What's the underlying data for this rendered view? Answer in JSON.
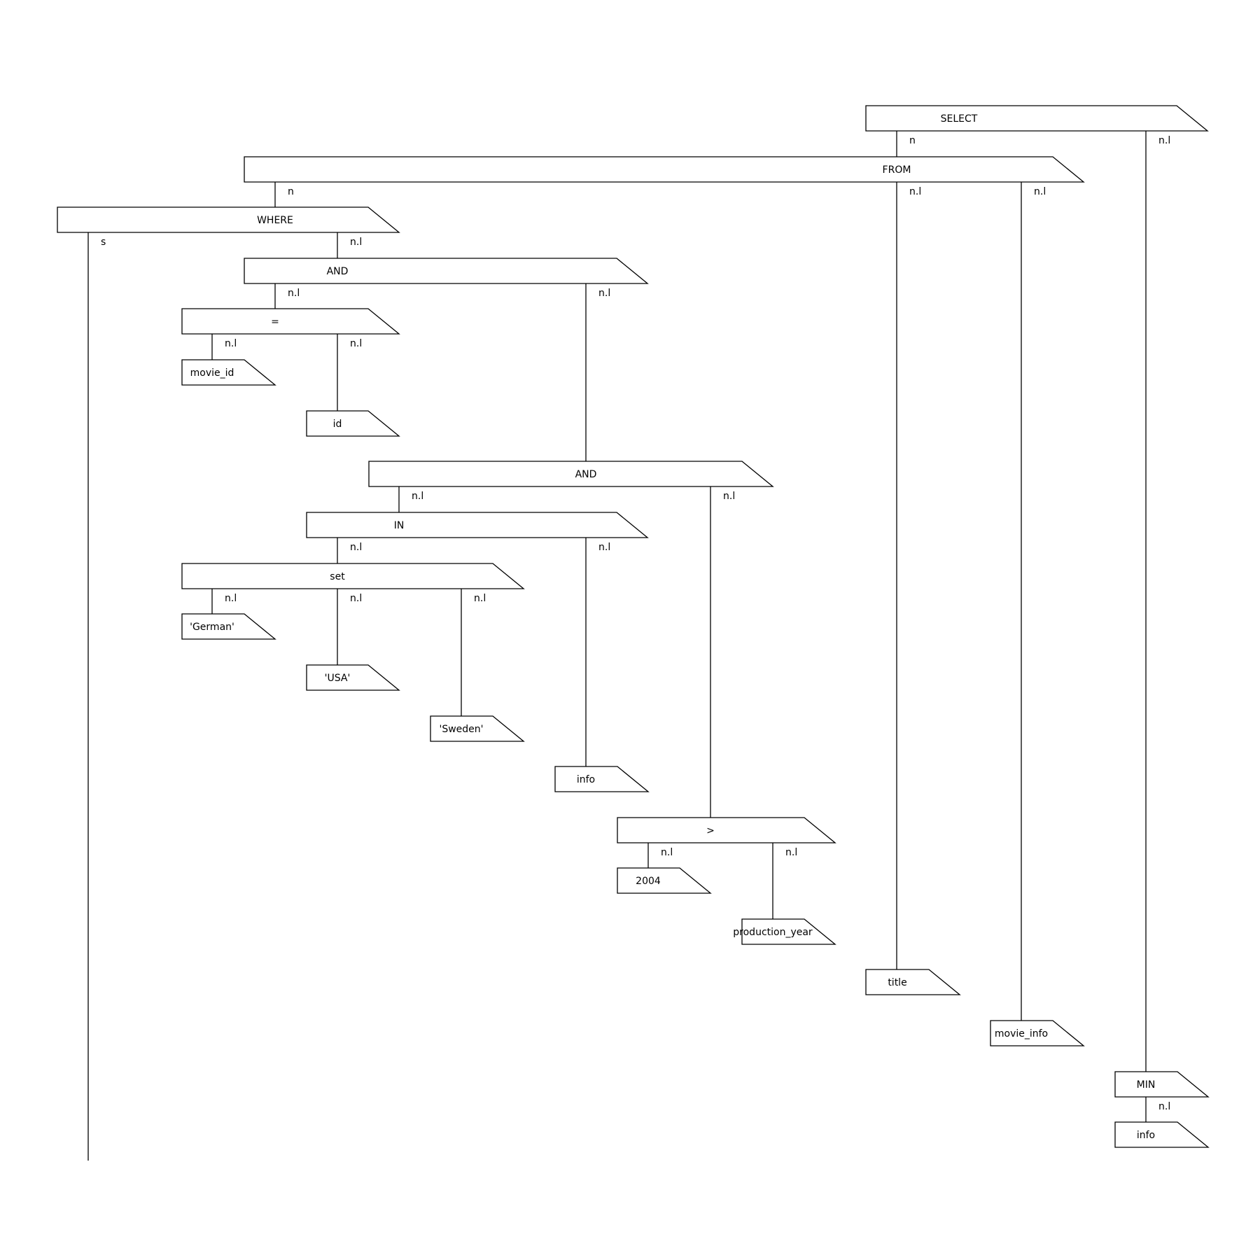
{
  "diagram": {
    "nodes": {
      "select": "SELECT",
      "from": "FROM",
      "where": "WHERE",
      "and1": "AND",
      "eq": "=",
      "movie_id": "movie_id",
      "id": "id",
      "and2": "AND",
      "in": "IN",
      "set": "set",
      "german": "'German'",
      "usa": "'USA'",
      "sweden": "'Sweden'",
      "info1": "info",
      "gt": ">",
      "year2004": "2004",
      "production_year": "production_year",
      "title": "title",
      "movie_info": "movie_info",
      "min": "MIN",
      "info2": "info"
    },
    "edges": [
      {
        "from": "select",
        "to": "from",
        "label": "n"
      },
      {
        "from": "select",
        "to": "min",
        "label": "n.l"
      },
      {
        "from": "from",
        "to": "where",
        "label": "n"
      },
      {
        "from": "from",
        "to": "title",
        "label": "n.l"
      },
      {
        "from": "from",
        "to": "movie_info",
        "label": "n.l"
      },
      {
        "from": "where",
        "to": null,
        "label": "s"
      },
      {
        "from": "where",
        "to": "and1",
        "label": "n.l"
      },
      {
        "from": "and1",
        "to": "eq",
        "label": "n.l"
      },
      {
        "from": "and1",
        "to": "and2",
        "label": "n.l"
      },
      {
        "from": "eq",
        "to": "movie_id",
        "label": "n.l"
      },
      {
        "from": "eq",
        "to": "id",
        "label": "n.l"
      },
      {
        "from": "and2",
        "to": "in",
        "label": "n.l"
      },
      {
        "from": "and2",
        "to": "gt",
        "label": "n.l"
      },
      {
        "from": "in",
        "to": "set",
        "label": "n.l"
      },
      {
        "from": "in",
        "to": "info1",
        "label": "n.l"
      },
      {
        "from": "set",
        "to": "german",
        "label": "n.l"
      },
      {
        "from": "set",
        "to": "usa",
        "label": "n.l"
      },
      {
        "from": "set",
        "to": "sweden",
        "label": "n.l"
      },
      {
        "from": "gt",
        "to": "year2004",
        "label": "n.l"
      },
      {
        "from": "gt",
        "to": "production_year",
        "label": "n.l"
      },
      {
        "from": "min",
        "to": "info2",
        "label": "n.l"
      }
    ]
  }
}
